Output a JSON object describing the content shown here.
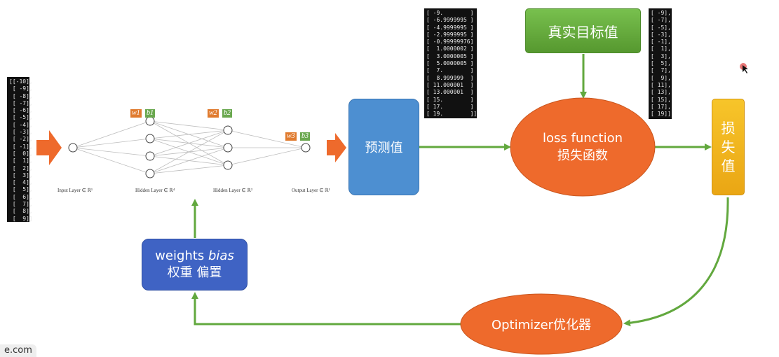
{
  "input_matrix": [
    "[[-10],",
    " [ -9],",
    " [ -8],",
    " [ -7],",
    " [ -6],",
    " [ -5],",
    " [ -4],",
    " [ -3],",
    " [ -2],",
    " [ -1],",
    " [  0],",
    " [  1],",
    " [  2],",
    " [  3],",
    " [  4],",
    " [  5],",
    " [  6],",
    " [  7],",
    " [  8],",
    " [  9]]"
  ],
  "prediction_matrix": [
    "[ -9.        ]",
    "[ -6.9999995 ]",
    "[ -4.9999995 ]",
    "[ -2.9999995 ]",
    "[ -0.99999976]",
    "[  1.0000002 ]",
    "[  3.0000005 ]",
    "[  5.0000005 ]",
    "[  7.        ]",
    "[  8.999999  ]",
    "[ 11.000001  ]",
    "[ 13.000001  ]",
    "[ 15.        ]",
    "[ 17.        ]",
    "[ 19.        ]]"
  ],
  "target_matrix": [
    "[ -9],",
    "[ -7],",
    "[ -5],",
    "[ -3],",
    "[ -1],",
    "[  1],",
    "[  3],",
    "[  5],",
    "[  7],",
    "[  9],",
    "[ 11],",
    "[ 13],",
    "[ 15],",
    "[ 17],",
    "[ 19]]"
  ],
  "network": {
    "layer_labels": [
      "Input Layer ∈ ℝ¹",
      "Hidden Layer ∈ ℝ⁴",
      "Hidden Layer ∈ ℝ³",
      "Output Layer ∈ ℝ¹"
    ],
    "tags": {
      "w1": "w1",
      "b1": "b1",
      "w2": "w2",
      "b2": "b2",
      "w3": "w3",
      "b3": "b3"
    }
  },
  "nodes": {
    "prediction": "预测值",
    "true_target": "真实目标值",
    "loss_function_en": "loss function",
    "loss_function_zh": "损失函数",
    "loss_value": "损失值",
    "optimizer": "Optimizer优化器",
    "weights_label": "weights",
    "bias_label": "bias",
    "weights_bias_zh": "权重 偏置"
  },
  "footer_text": "e.com",
  "colors": {
    "orange": "#ee6a2c",
    "blue": "#4d8fd1",
    "green": "#5fa33a",
    "yellow": "#f2b51c",
    "dark_blue": "#3f63c4",
    "arrow_green": "#62a83e",
    "tag_orange": "#e07b2f",
    "tag_green": "#6aa84f"
  }
}
